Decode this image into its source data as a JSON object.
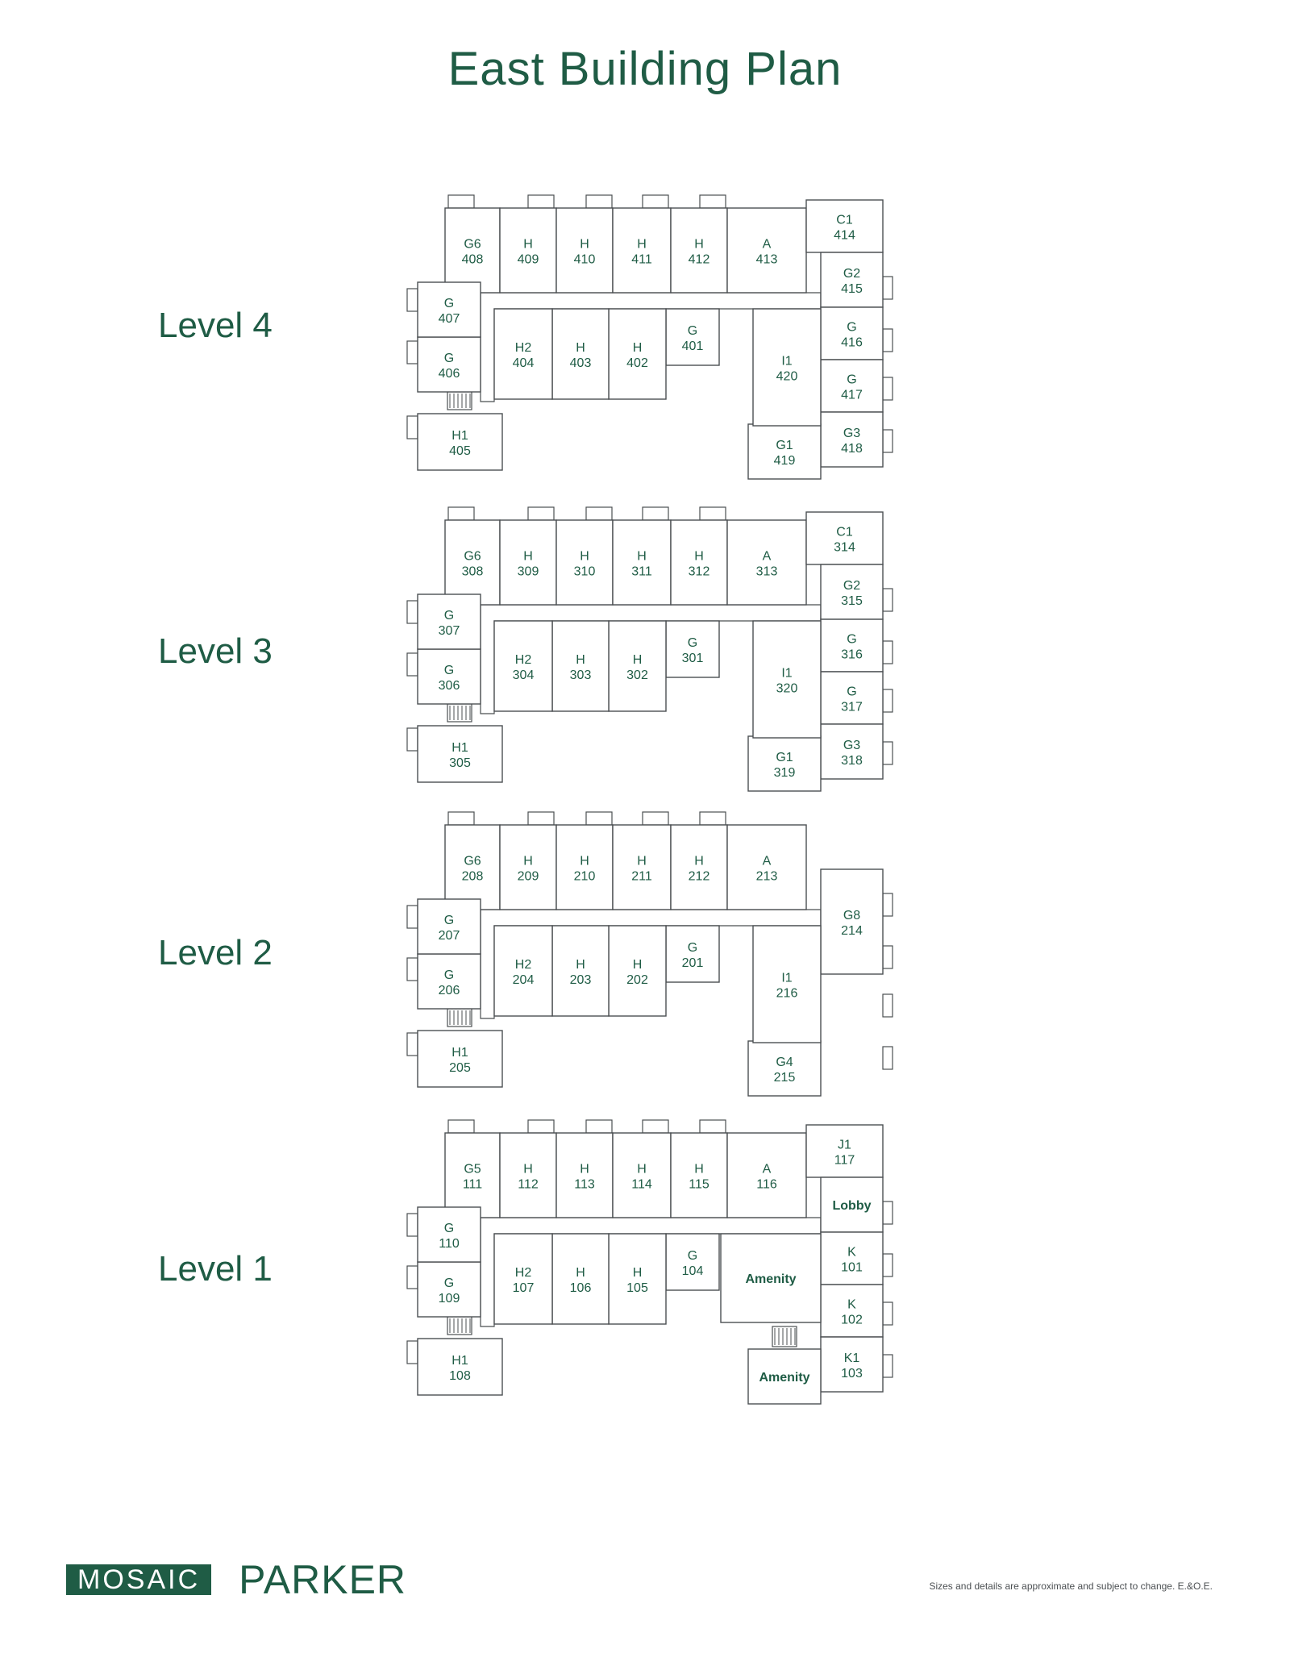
{
  "title": "East Building Plan",
  "brand": {
    "box_text": "MOSAIC",
    "text": "PARKER"
  },
  "disclaimer": "Sizes and details are approximate and subject to change. E.&O.E.",
  "colors": {
    "brand_green": "#1f5c45",
    "line_grey": "#4b4f52"
  },
  "levels": [
    {
      "label": "Level 4",
      "units": [
        {
          "type": "G6",
          "num": "408"
        },
        {
          "type": "H",
          "num": "409"
        },
        {
          "type": "H",
          "num": "410"
        },
        {
          "type": "H",
          "num": "411"
        },
        {
          "type": "H",
          "num": "412"
        },
        {
          "type": "A",
          "num": "413"
        },
        {
          "type": "C1",
          "num": "414"
        },
        {
          "type": "G2",
          "num": "415"
        },
        {
          "type": "G",
          "num": "416"
        },
        {
          "type": "G",
          "num": "417"
        },
        {
          "type": "G3",
          "num": "418"
        },
        {
          "type": "G1",
          "num": "419"
        },
        {
          "type": "I1",
          "num": "420"
        },
        {
          "type": "G",
          "num": "401"
        },
        {
          "type": "H",
          "num": "402"
        },
        {
          "type": "H",
          "num": "403"
        },
        {
          "type": "H2",
          "num": "404"
        },
        {
          "type": "G",
          "num": "406"
        },
        {
          "type": "G",
          "num": "407"
        },
        {
          "type": "H1",
          "num": "405"
        }
      ]
    },
    {
      "label": "Level 3",
      "units": [
        {
          "type": "G6",
          "num": "308"
        },
        {
          "type": "H",
          "num": "309"
        },
        {
          "type": "H",
          "num": "310"
        },
        {
          "type": "H",
          "num": "311"
        },
        {
          "type": "H",
          "num": "312"
        },
        {
          "type": "A",
          "num": "313"
        },
        {
          "type": "C1",
          "num": "314"
        },
        {
          "type": "G2",
          "num": "315"
        },
        {
          "type": "G",
          "num": "316"
        },
        {
          "type": "G",
          "num": "317"
        },
        {
          "type": "G3",
          "num": "318"
        },
        {
          "type": "G1",
          "num": "319"
        },
        {
          "type": "I1",
          "num": "320"
        },
        {
          "type": "G",
          "num": "301"
        },
        {
          "type": "H",
          "num": "302"
        },
        {
          "type": "H",
          "num": "303"
        },
        {
          "type": "H2",
          "num": "304"
        },
        {
          "type": "G",
          "num": "306"
        },
        {
          "type": "G",
          "num": "307"
        },
        {
          "type": "H1",
          "num": "305"
        }
      ]
    },
    {
      "label": "Level 2",
      "units": [
        {
          "type": "G6",
          "num": "208"
        },
        {
          "type": "H",
          "num": "209"
        },
        {
          "type": "H",
          "num": "210"
        },
        {
          "type": "H",
          "num": "211"
        },
        {
          "type": "H",
          "num": "212"
        },
        {
          "type": "A",
          "num": "213"
        },
        {
          "type": "G8",
          "num": "214"
        },
        {
          "type": "G4",
          "num": "215"
        },
        {
          "type": "I1",
          "num": "216"
        },
        {
          "type": "G",
          "num": "201"
        },
        {
          "type": "H",
          "num": "202"
        },
        {
          "type": "H",
          "num": "203"
        },
        {
          "type": "H2",
          "num": "204"
        },
        {
          "type": "G",
          "num": "206"
        },
        {
          "type": "G",
          "num": "207"
        },
        {
          "type": "H1",
          "num": "205"
        }
      ]
    },
    {
      "label": "Level 1",
      "units": [
        {
          "type": "G5",
          "num": "111"
        },
        {
          "type": "H",
          "num": "112"
        },
        {
          "type": "H",
          "num": "113"
        },
        {
          "type": "H",
          "num": "114"
        },
        {
          "type": "H",
          "num": "115"
        },
        {
          "type": "A",
          "num": "116"
        },
        {
          "type": "J1",
          "num": "117"
        },
        {
          "type": "Lobby",
          "num": ""
        },
        {
          "type": "K",
          "num": "101"
        },
        {
          "type": "K",
          "num": "102"
        },
        {
          "type": "K1",
          "num": "103"
        },
        {
          "type": "Amenity",
          "num": ""
        },
        {
          "type": "Amenity",
          "num": ""
        },
        {
          "type": "G",
          "num": "104"
        },
        {
          "type": "H",
          "num": "105"
        },
        {
          "type": "H",
          "num": "106"
        },
        {
          "type": "H2",
          "num": "107"
        },
        {
          "type": "G",
          "num": "109"
        },
        {
          "type": "G",
          "num": "110"
        },
        {
          "type": "H1",
          "num": "108"
        }
      ]
    }
  ]
}
